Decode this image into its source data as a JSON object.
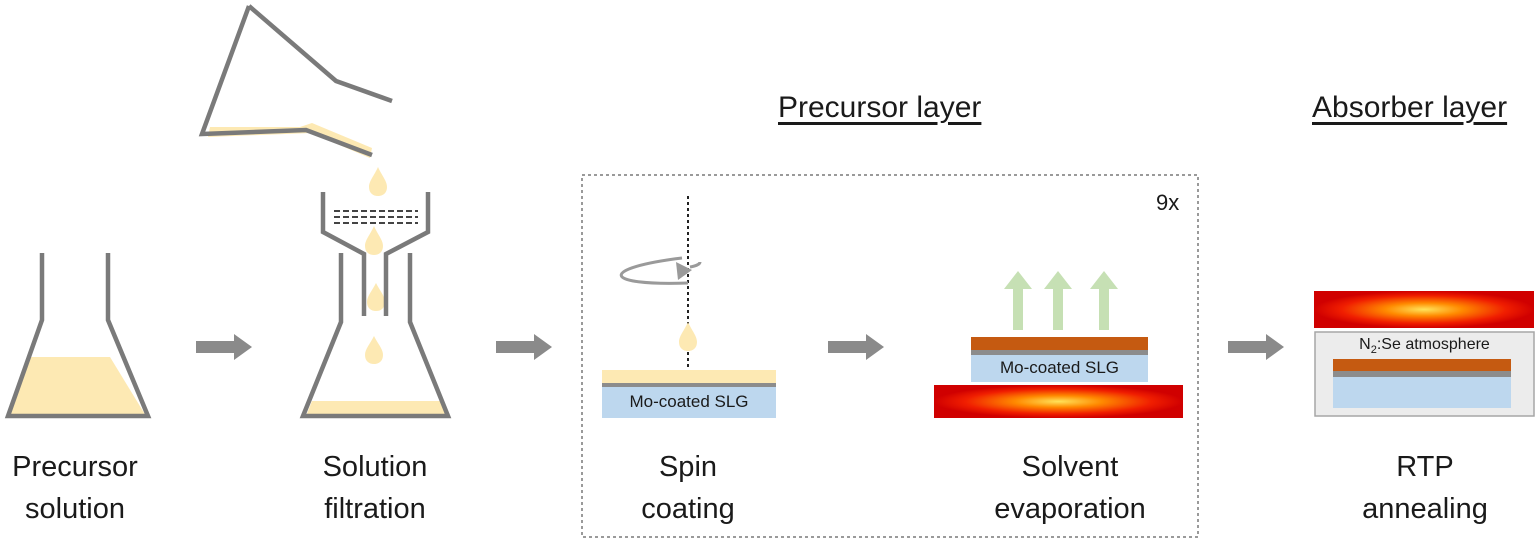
{
  "headings": {
    "precursor_layer": "Precursor layer",
    "absorber_layer": "Absorber layer"
  },
  "repeat_count": "9x",
  "labels": {
    "spin_substrate": "Mo-coated SLG",
    "evap_substrate": "Mo-coated SLG",
    "atmosphere_prefix": "N",
    "atmosphere_sub": "2",
    "atmosphere_suffix": ":Se atmosphere"
  },
  "steps": [
    {
      "line1": "Precursor",
      "line2": "solution"
    },
    {
      "line1": "Solution",
      "line2": "filtration"
    },
    {
      "line1": "Spin",
      "line2": "coating"
    },
    {
      "line1": "Solvent",
      "line2": "evaporation"
    },
    {
      "line1": "RTP",
      "line2": "annealing"
    }
  ],
  "colors": {
    "glass_outline": "#7a7a7a",
    "solution": "#fde9b3",
    "substrate": "#bdd7ee",
    "mo_layer": "#8c8c8c",
    "precursor_film": "#c55a11",
    "heater_center": "#ffd32a",
    "heater_edge": "#d60000",
    "arrow": "#8a8a8a",
    "vapor_arrow": "#c6e0b4",
    "chamber": "#ececec"
  }
}
